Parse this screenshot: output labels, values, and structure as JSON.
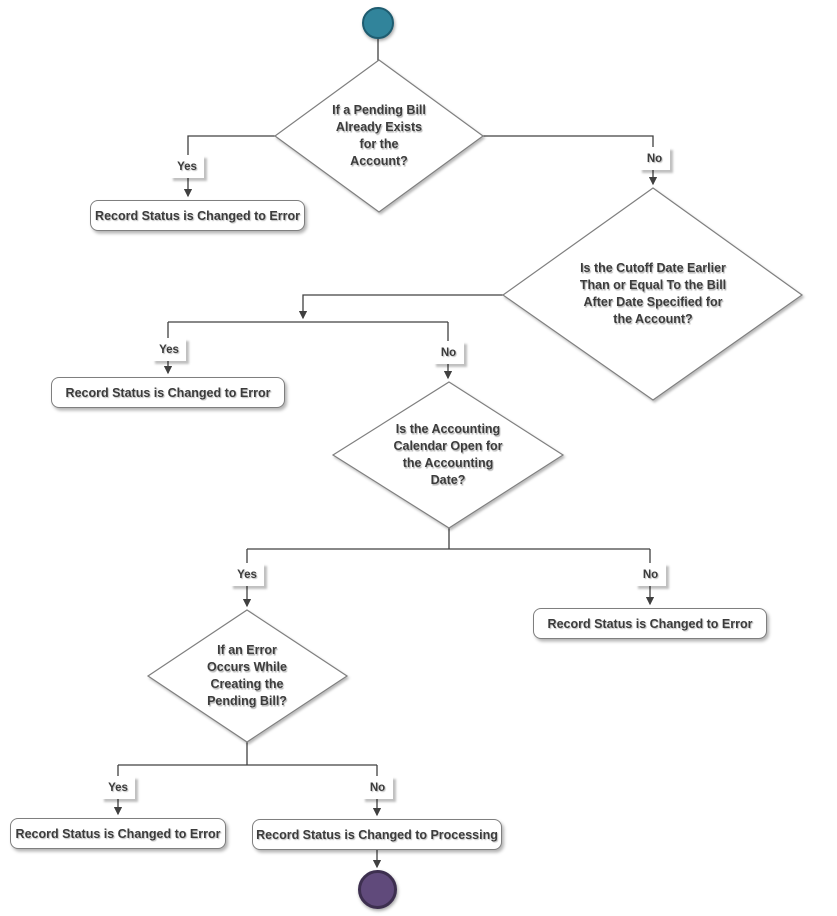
{
  "diagram": {
    "decisions": [
      {
        "lines": [
          "If a Pending Bill",
          "Already Exists",
          "for the",
          "Account?"
        ]
      },
      {
        "lines": [
          "Is the Cutoff Date Earlier",
          "Than or Equal To the Bill",
          "After Date Specified for",
          "the Account?"
        ]
      },
      {
        "lines": [
          "Is the Accounting",
          "Calendar Open for",
          "the Accounting",
          "Date?"
        ]
      },
      {
        "lines": [
          "If an Error",
          "Occurs While",
          "Creating the",
          "Pending Bill?"
        ]
      }
    ],
    "processes": [
      {
        "label": "Record Status is Changed to Error"
      },
      {
        "label": "Record Status is Changed to Error"
      },
      {
        "label": "Record Status is Changed to Error"
      },
      {
        "label": "Record Status is Changed to Error"
      },
      {
        "label": "Record Status is Changed to Processing"
      }
    ],
    "branch_labels": [
      {
        "text": "Yes"
      },
      {
        "text": "No"
      },
      {
        "text": "Yes"
      },
      {
        "text": "No"
      },
      {
        "text": "Yes"
      },
      {
        "text": "No"
      },
      {
        "text": "Yes"
      },
      {
        "text": "No"
      }
    ],
    "colors": {
      "start_fill": "#31849B",
      "start_border": "#1E5C70",
      "end_fill": "#604A7B",
      "end_border": "#3D2F4F",
      "connector": "#404040",
      "shape_border": "#7F7F7F"
    }
  }
}
